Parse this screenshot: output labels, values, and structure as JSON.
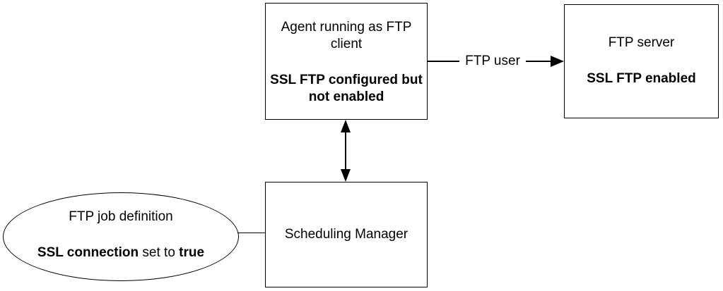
{
  "diagram": {
    "agent_box": {
      "title": "Agent running as FTP client",
      "status": "SSL FTP configured but not enabled"
    },
    "ftp_server_box": {
      "title": "FTP server",
      "status": "SSL FTP enabled"
    },
    "scheduling_box": {
      "title": "Scheduling Manager"
    },
    "job_ellipse": {
      "title": "FTP job definition",
      "setting_bold": "SSL connection",
      "setting_mid": " set to ",
      "setting_value": "true"
    },
    "ftp_user_arrow": {
      "label": "FTP user"
    },
    "colors": {
      "line": "#000000",
      "text": "#000000",
      "background": "#ffffff"
    }
  }
}
